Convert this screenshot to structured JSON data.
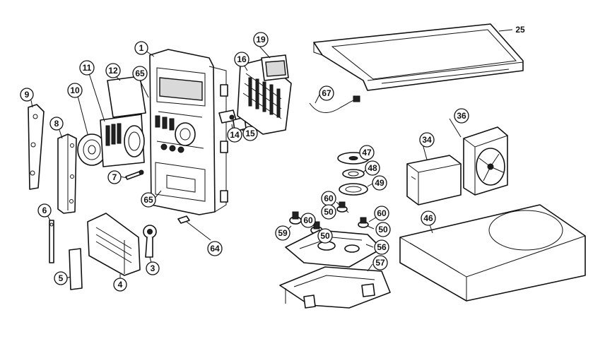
{
  "callouts": {
    "c1": "1",
    "c4": "4",
    "c5": "5",
    "c6": "6",
    "c7": "7",
    "c8": "8",
    "c9": "9",
    "c10": "10",
    "c11": "11",
    "c12": "12",
    "c14": "14",
    "c15": "15",
    "c16": "16",
    "c19": "19",
    "c25": "25",
    "c3": "3",
    "c34": "34",
    "c36": "36",
    "c46": "46",
    "c47": "47",
    "c48": "48",
    "c49": "49",
    "c50a": "50",
    "c50b": "50",
    "c50c": "50",
    "c56": "56",
    "c57": "57",
    "c59": "59",
    "c60a": "60",
    "c60b": "60",
    "c60c": "60",
    "c64": "64",
    "c65a": "65",
    "c65b": "65",
    "c67": "67"
  }
}
